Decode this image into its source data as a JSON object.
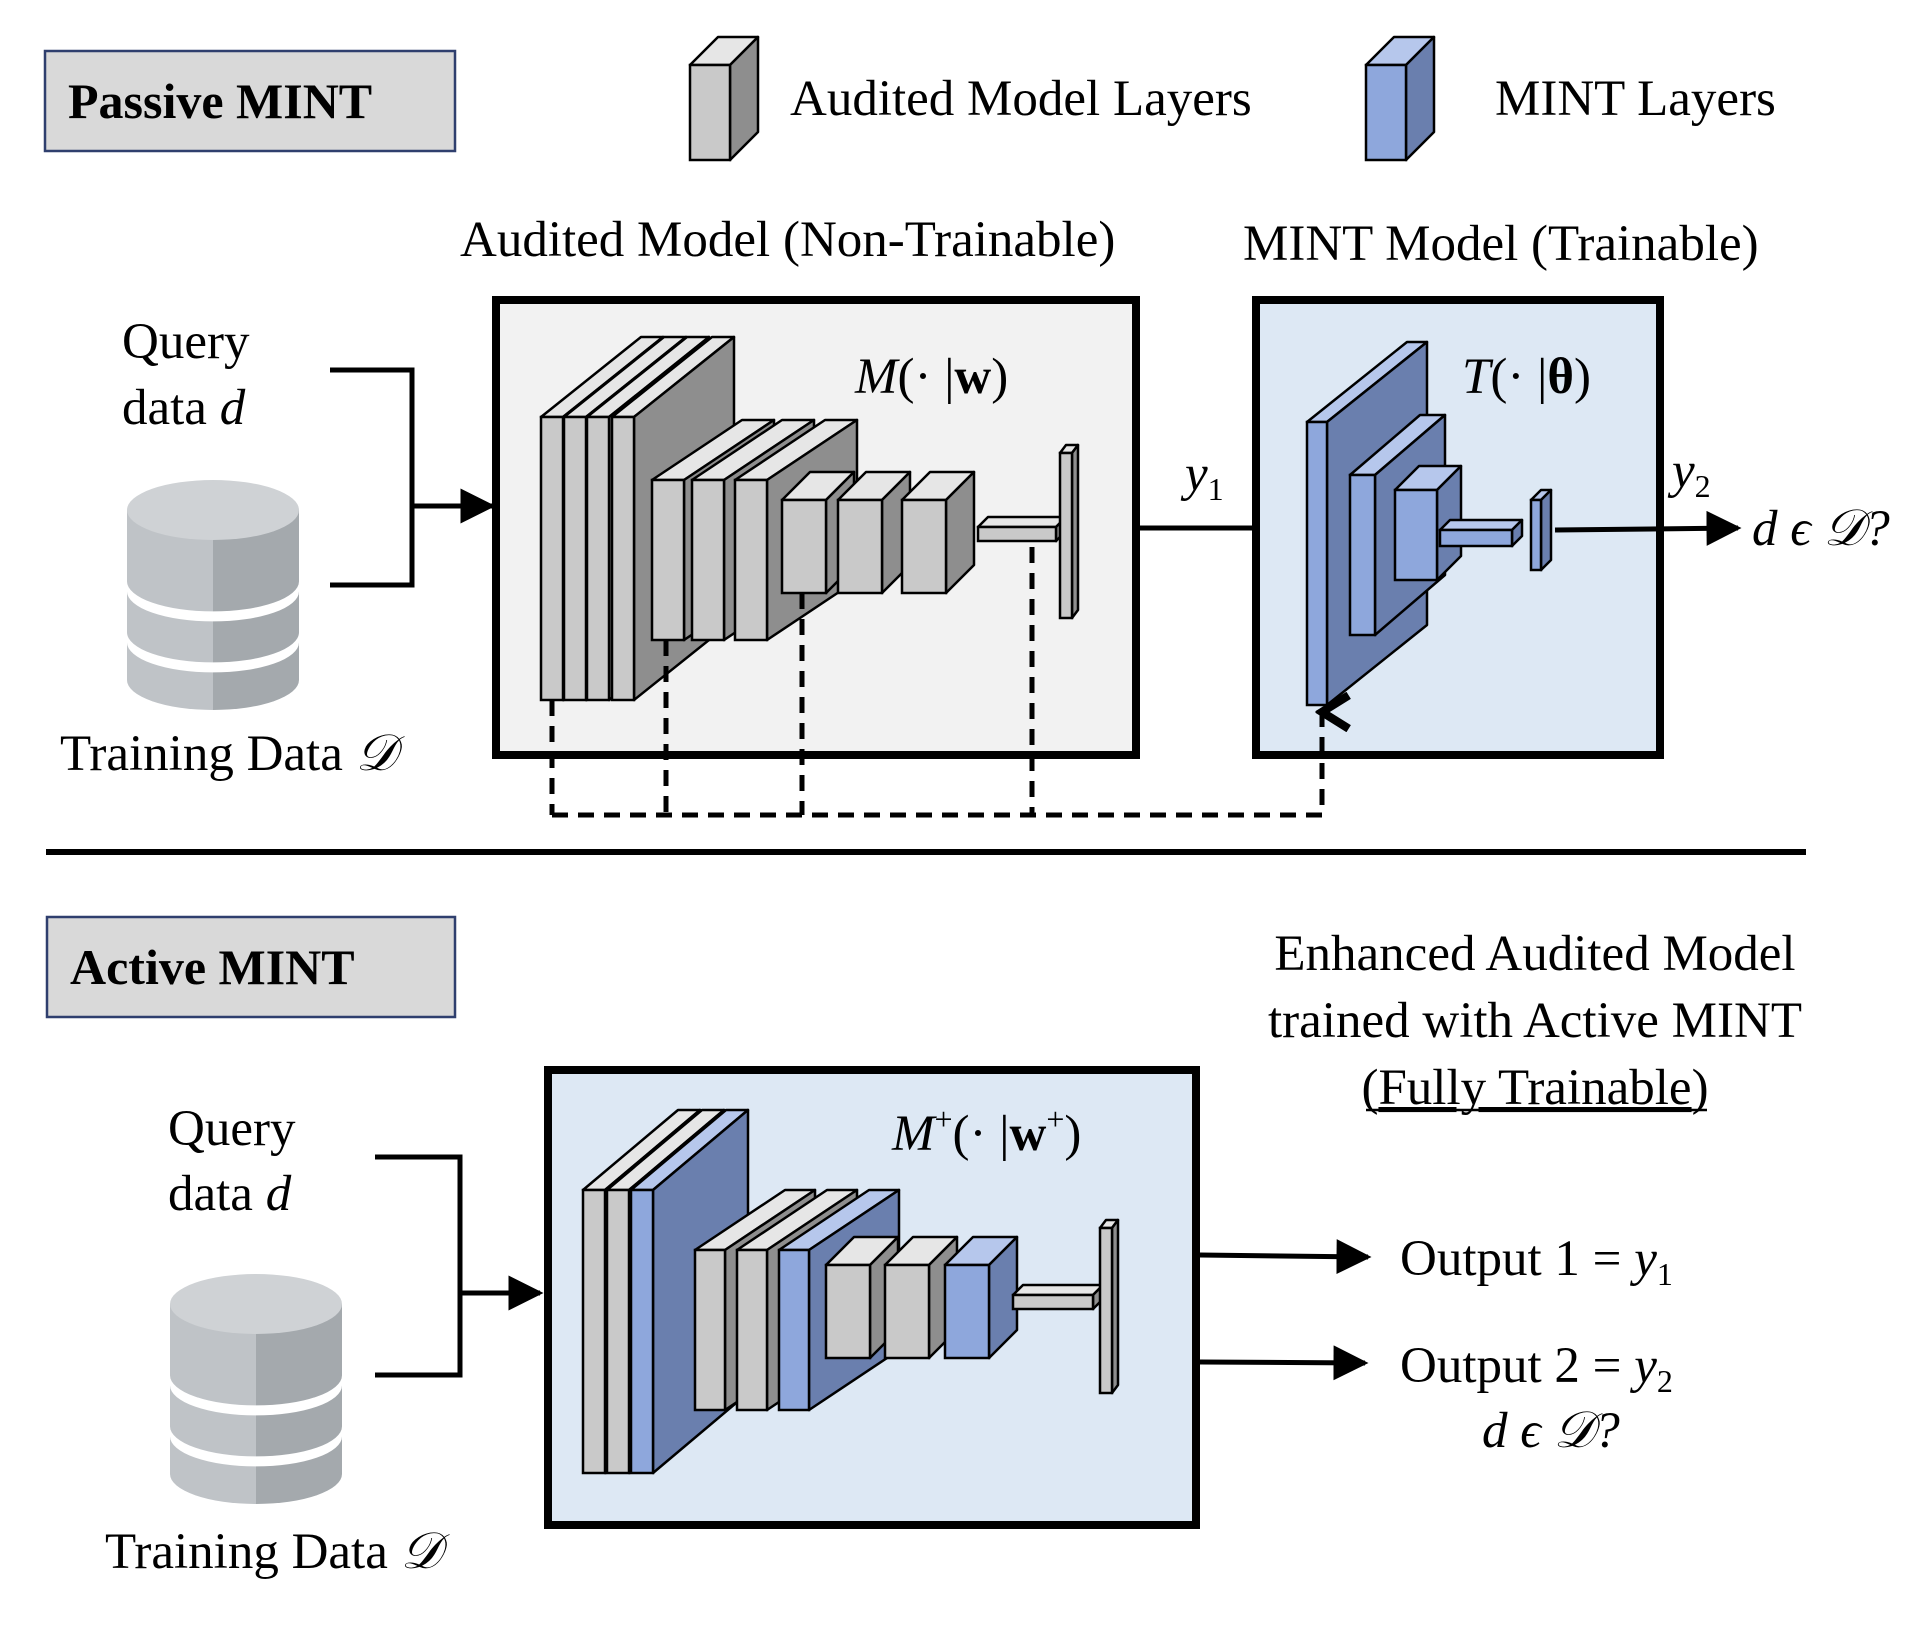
{
  "legend": {
    "audited_layers": "Audited Model Layers",
    "mint_layers": "MINT Layers"
  },
  "passive": {
    "section_title": "Passive MINT",
    "query_line1": "Query",
    "query_line2_prefix": "data ",
    "query_var": "d",
    "training_data_prefix": "Training Data ",
    "training_data_symbol": "𝒟",
    "audited_model_caption": "Audited Model (Non-Trainable)",
    "mint_model_caption": "MINT Model (Trainable)",
    "audited_fn": {
      "name": "M",
      "arg": "(· |",
      "param": "w",
      "close": ")"
    },
    "mint_fn": {
      "name": "T",
      "arg": "(· |",
      "param": "θ",
      "close": ")"
    },
    "y1": {
      "var": "y",
      "sub": "1"
    },
    "y2": {
      "var": "y",
      "sub": "2"
    },
    "membership_question": "d ϵ 𝒟?"
  },
  "active": {
    "section_title": "Active MINT",
    "query_line1": "Query",
    "query_line2_prefix": "data ",
    "query_var": "d",
    "training_data_prefix": "Training Data ",
    "training_data_symbol": "𝒟",
    "caption_line1": "Enhanced Audited Model",
    "caption_line2": "trained with Active MINT",
    "caption_line3_open": "(",
    "caption_line3_underlined": "Fully Trainable",
    "caption_line3_close": ")",
    "model_fn": {
      "name": "M",
      "sup": "+",
      "arg": "(· |",
      "param": "w",
      "param_sup": "+",
      "close": ")"
    },
    "output1": {
      "label": "Output 1 = ",
      "var": "y",
      "sub": "1"
    },
    "output2": {
      "label": "Output 2 = ",
      "var": "y",
      "sub": "2"
    },
    "output2_question": "d ϵ 𝒟?"
  },
  "colors": {
    "gray_front": "#c9c9c9",
    "gray_side": "#8e8e8e",
    "gray_top": "#e6e6e6",
    "blue_front": "#8ea7dc",
    "blue_side": "#6a7fae",
    "blue_top": "#b6c7ec",
    "audited_box_fill": "#f2f2f2",
    "mint_box_fill": "#dde8f4",
    "section_label_fill": "#d9d9d9",
    "section_label_border": "#2f3f6e"
  }
}
